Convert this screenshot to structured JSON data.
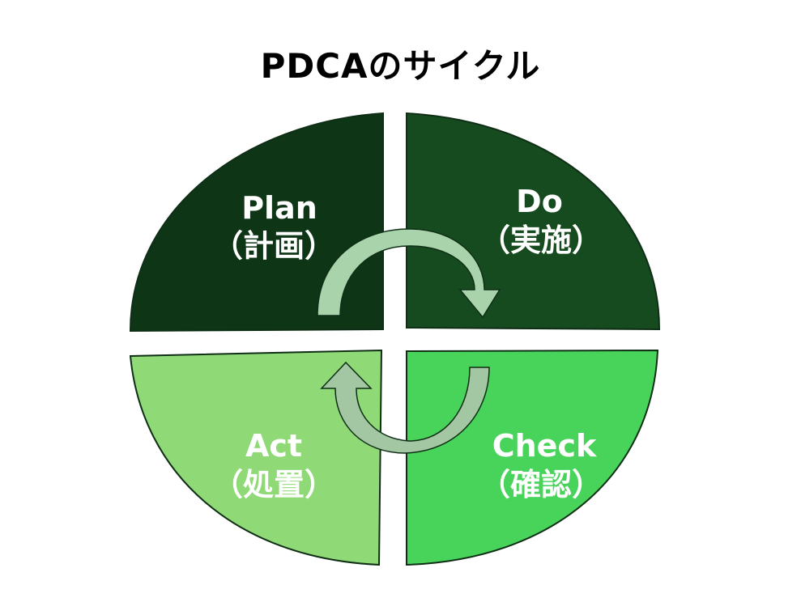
{
  "title": "PDCAのサイクル",
  "quadrants": {
    "plan": {
      "label": "Plan",
      "sublabel": "（計画）",
      "color": "#0e3516"
    },
    "do": {
      "label": "Do",
      "sublabel": "（実施）",
      "color": "#164a1f"
    },
    "check": {
      "label": "Check",
      "sublabel": "（確認）",
      "color": "#48d35a"
    },
    "act": {
      "label": "Act",
      "sublabel": "（処置）",
      "color": "#8fd977"
    }
  },
  "arrows": {
    "top": {
      "color": "#a9d3ab"
    },
    "bottom": {
      "color": "#a3c6a3"
    }
  },
  "outline_color": "#0f2e16"
}
